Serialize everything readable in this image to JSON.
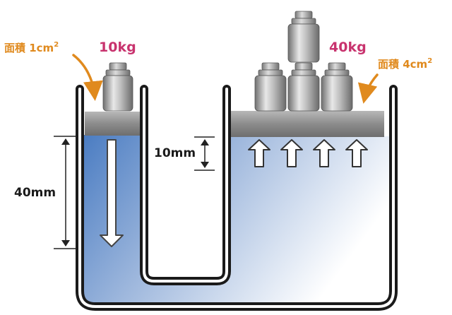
{
  "left_piston": {
    "area_label": "面積 1cm",
    "area_sup": "2",
    "weight_label": "10kg"
  },
  "right_piston": {
    "area_label": "面積 4cm",
    "area_sup": "2",
    "weight_label": "40kg"
  },
  "dimensions": {
    "depth_label": "40mm",
    "rise_label": "10mm"
  },
  "colors": {
    "area_label": "#e08a1e",
    "weight_label": "#c8336e",
    "liquid_deep": "#4f7fc4",
    "liquid_light": "#ffffff",
    "vessel_wall": "#1a1a1a",
    "piston": "#8a8a8a"
  },
  "icons": {
    "pressure_arrows": "up-arrow-icon",
    "descent_arrow": "down-arrow-icon"
  }
}
